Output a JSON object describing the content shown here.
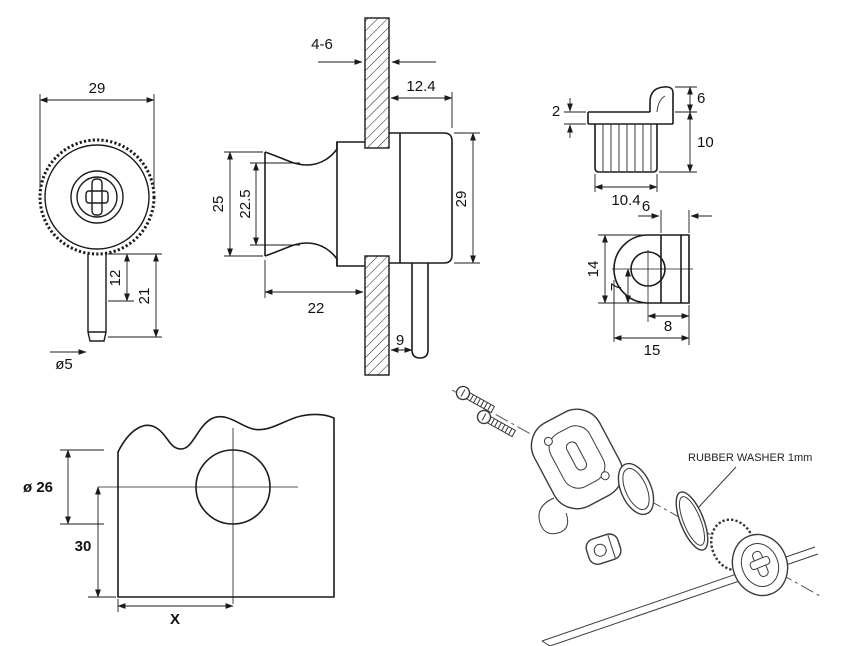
{
  "front_view": {
    "width": "29",
    "stem_upper": "12",
    "stem_total": "21",
    "stem_dia": "ø5"
  },
  "side_view": {
    "panel_thickness": "4-6",
    "head_depth": "12.4",
    "knob_dia": "25",
    "waist_dia": "22.5",
    "body_dia": "29",
    "knob_length": "22",
    "pin_offset": "9"
  },
  "cam_top_view": {
    "plate_thickness": "2",
    "hook_height": "6",
    "block_height": "10",
    "block_width": "10.4"
  },
  "cam_front_view": {
    "slot_width": "6",
    "height": "14",
    "hole_to_bottom": "7",
    "hole_to_edge": "8",
    "width": "15"
  },
  "drill_template": {
    "hole_dia": "ø 26",
    "edge_distance": "30",
    "position_x": "X"
  },
  "assembly": {
    "washer_label": "RUBBER WASHER 1mm"
  }
}
